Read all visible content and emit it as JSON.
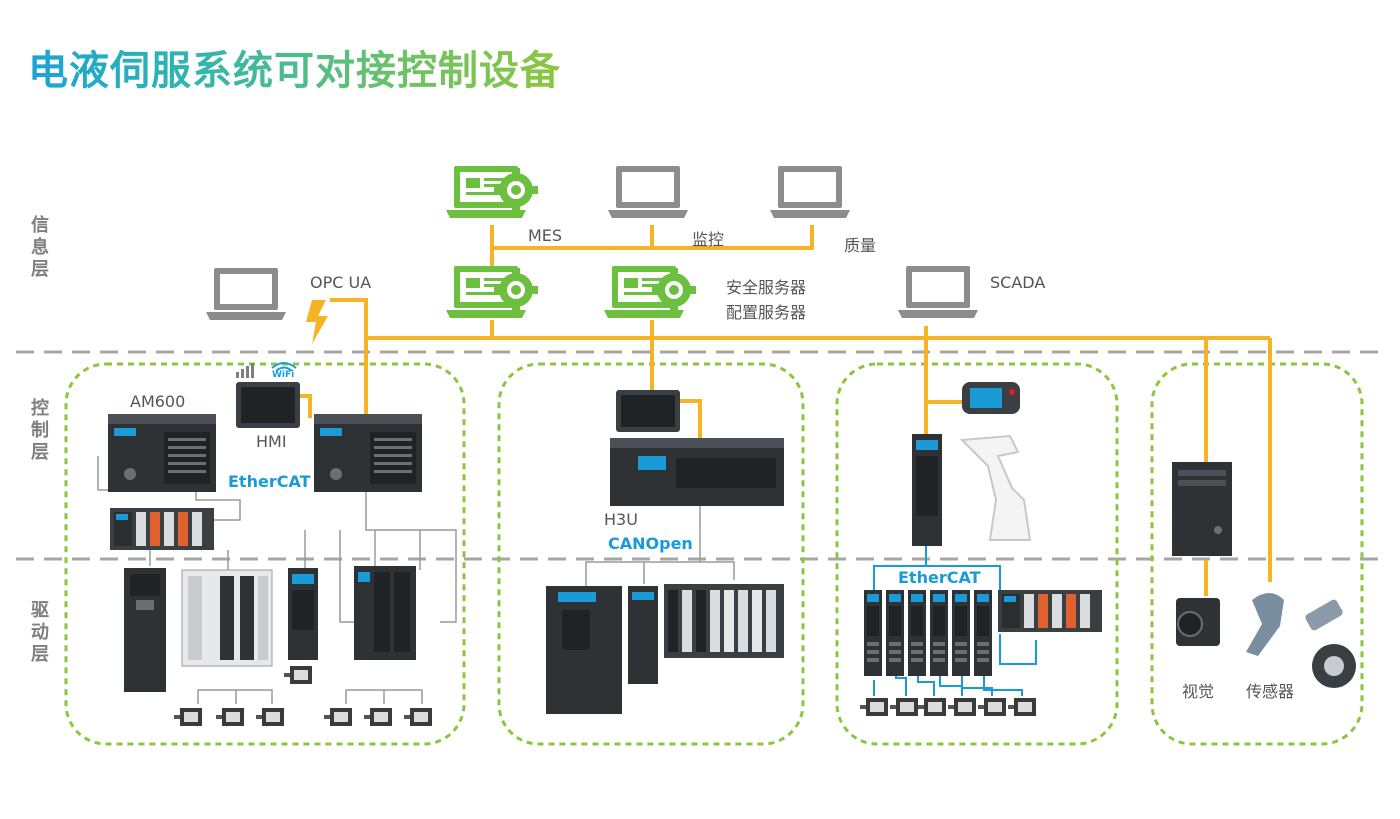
{
  "title": "电液伺服系统可对接控制设备",
  "layers": {
    "info": "信息层",
    "control": "控制层",
    "drive": "驱动层"
  },
  "labels": {
    "mes": "MES",
    "monitor": "监控",
    "quality": "质量",
    "opcua": "OPC UA",
    "safety_server": "安全服务器",
    "config_server": "配置服务器",
    "scada": "SCADA",
    "am600": "AM600",
    "hmi": "HMI",
    "ethercat_left": "EtherCAT",
    "h3u": "H3U",
    "canopen": "CANOpen",
    "ethercat_right": "EtherCAT",
    "vision": "视觉",
    "sensor": "传感器",
    "wifi": "WiFi"
  },
  "colors": {
    "title_start": "#1ba3d6",
    "title_end": "#8cc63f",
    "bus_orange": "#f5b325",
    "group_border": "#8cc63f",
    "device_green": "#6cbf3f",
    "network_blue": "#1a9ad6",
    "dashed_divider": "#a6a6a6"
  }
}
